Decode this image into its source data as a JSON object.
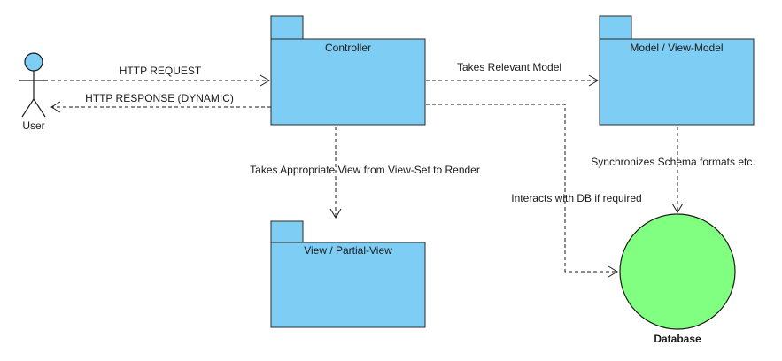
{
  "actor": {
    "label": "User"
  },
  "packages": {
    "controller": "Controller",
    "model": "Model / View-Model",
    "view": "View / Partial-View"
  },
  "database": {
    "label": "Database"
  },
  "edges": {
    "request": "HTTP REQUEST",
    "response": "HTTP RESPONSE (DYNAMIC)",
    "takes_model": "Takes Relevant Model",
    "takes_view": "Takes Appropriate View from View-Set to Render",
    "interacts_db": "Interacts with DB if required",
    "synchronizes": "Synchronizes Schema formats etc."
  },
  "colors": {
    "package_fill": "#7ecdf4",
    "database_fill": "#80ff80"
  }
}
